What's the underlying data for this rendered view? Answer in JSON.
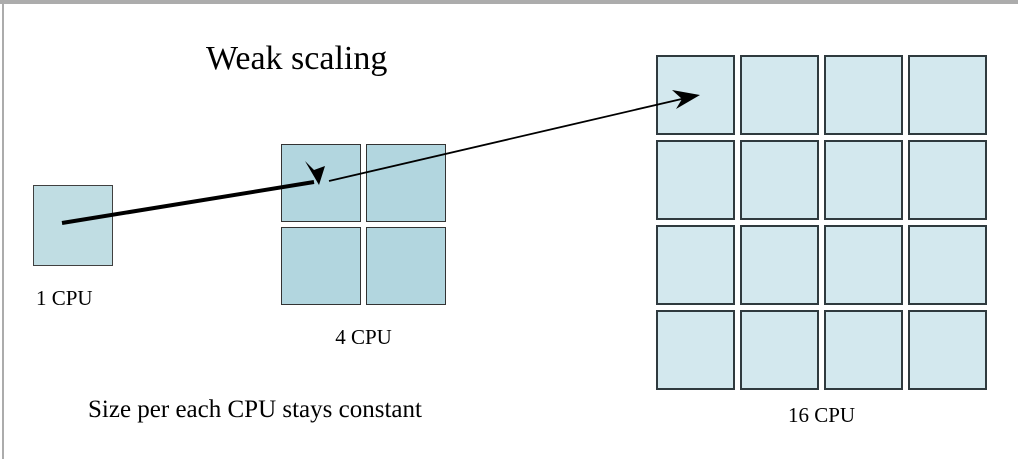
{
  "window": {
    "background": "#ffffff",
    "frame_border_color": "#acacac"
  },
  "diagram": {
    "title": "Weak scaling",
    "caption": "Size per each CPU stays constant",
    "text_color": "#000000",
    "groups": [
      {
        "id": "cpu-1",
        "label": "1 CPU",
        "rows": 1,
        "cols": 1,
        "cell_fill": "#c0dde3",
        "cell_border": "#404040"
      },
      {
        "id": "cpu-4",
        "label": "4 CPU",
        "rows": 2,
        "cols": 2,
        "cell_fill": "#b2d6df",
        "cell_border": "#333333"
      },
      {
        "id": "cpu-16",
        "label": "16 CPU",
        "rows": 4,
        "cols": 4,
        "cell_fill": "#d3e8ee",
        "cell_border": "#2f3a3e"
      }
    ],
    "arrows": [
      {
        "name": "arrow-1-to-4",
        "from": "1 CPU",
        "to": "4 CPU",
        "color": "#000000",
        "style": "thick"
      },
      {
        "name": "arrow-4-to-16",
        "from": "4 CPU",
        "to": "16 CPU",
        "color": "#000000",
        "style": "thin"
      }
    ]
  }
}
